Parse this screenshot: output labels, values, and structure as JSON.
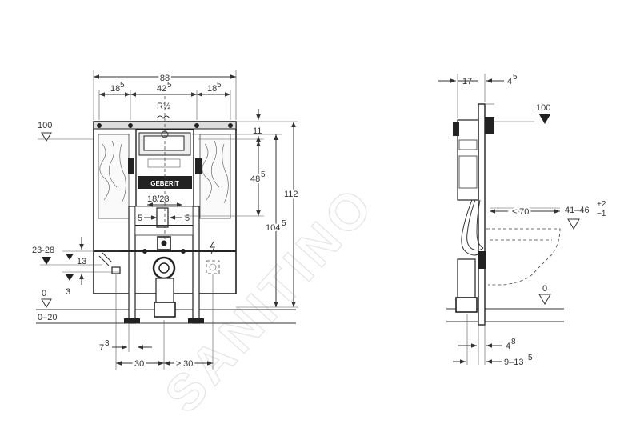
{
  "watermark": "SANITINO",
  "front_view": {
    "width_total": "88",
    "side_left": "18",
    "side_left_sup": "5",
    "side_right": "18",
    "side_right_sup": "5",
    "center": "42",
    "center_sup": "5",
    "thread": "R½",
    "top_offset": "11",
    "height_inner": "48",
    "height_inner_sup": "5",
    "height_main": "104",
    "height_main_sup": "5",
    "height_total": "112",
    "level_100": "100",
    "spacing": "18/23",
    "offset_left": "5",
    "offset_right": "5",
    "range_low": "23-28",
    "val_13": "13",
    "val_3": "3",
    "floor_0": "0",
    "floor_range": "0–20",
    "bottom_7": "7",
    "bottom_7_sup": "3",
    "bottom_30": "30",
    "bottom_ge30": "≥ 30",
    "logo_text": "GEBERIT"
  },
  "side_view": {
    "top_17": "17",
    "top_4": "4",
    "top_4_sup": "5",
    "level_100": "100",
    "le_70": "≤ 70",
    "range_41_46": "41–46",
    "range_sup": "+2",
    "range_sub": "−1",
    "floor_0": "0",
    "bottom_4": "4",
    "bottom_4_sup": "8",
    "bottom_9_13": "9–13",
    "bottom_9_13_sup": "5"
  }
}
